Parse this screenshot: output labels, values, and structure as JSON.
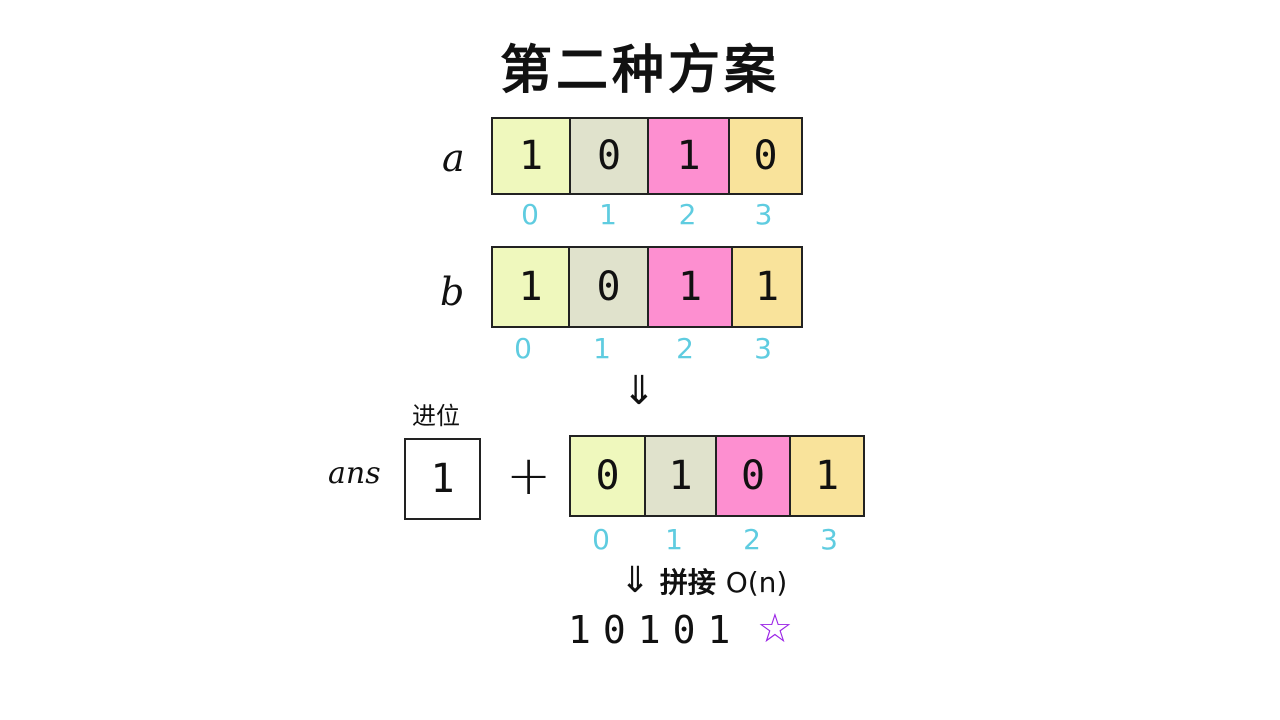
{
  "title": "第二种方案",
  "row_a": {
    "label": "a",
    "cells": [
      "1",
      "0",
      "1",
      "0"
    ],
    "indices": [
      "0",
      "1",
      "2",
      "3"
    ]
  },
  "row_b": {
    "label": "b",
    "cells": [
      "1",
      "0",
      "1",
      "1"
    ],
    "indices": [
      "0",
      "1",
      "2",
      "3"
    ]
  },
  "down_arrow": "⇓",
  "carry_label": "进位",
  "ans_label": "ans",
  "carry_value": "1",
  "plus_sign": "+",
  "row_ans": {
    "cells": [
      "0",
      "1",
      "0",
      "1"
    ],
    "indices": [
      "0",
      "1",
      "2",
      "3"
    ]
  },
  "concat": {
    "arrow": "⇓",
    "text": "拼接",
    "complexity": "O(n)"
  },
  "result": "10101",
  "star": "☆",
  "colors": {
    "cell_0": "#eff8bd",
    "cell_1": "#e0e2cc",
    "cell_2": "#fd8fd0",
    "cell_3": "#f9e39b",
    "index_blue": "#5fcce0",
    "star_purple": "#9a22e6"
  }
}
